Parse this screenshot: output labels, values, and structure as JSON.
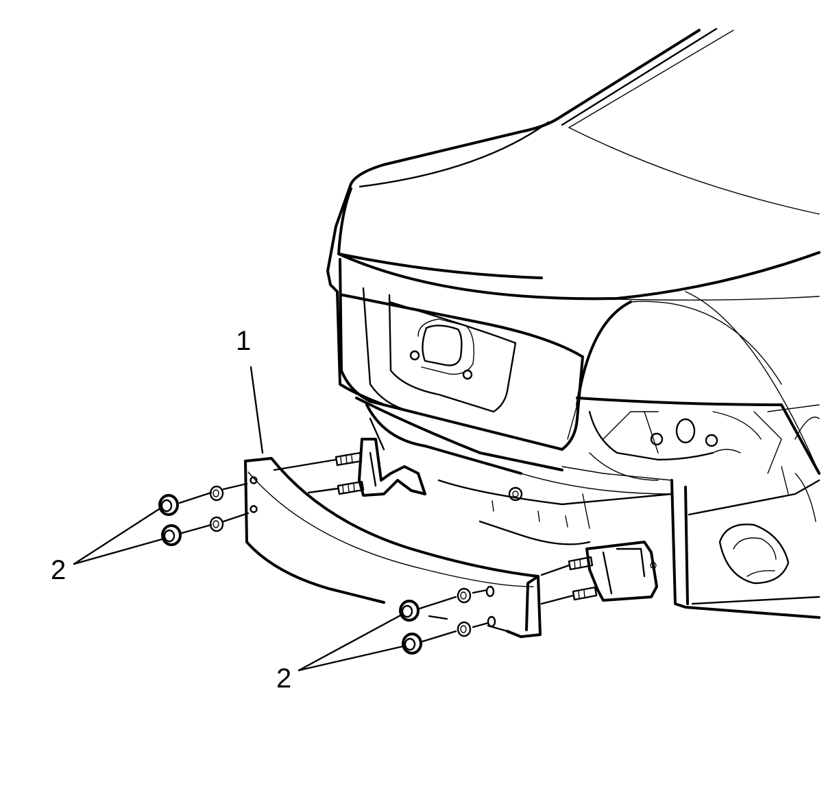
{
  "callouts": {
    "bar_label": "1",
    "nuts_left_label": "2",
    "nuts_right_label": "2"
  },
  "colors": {
    "line": "#000000",
    "background": "#ffffff"
  }
}
